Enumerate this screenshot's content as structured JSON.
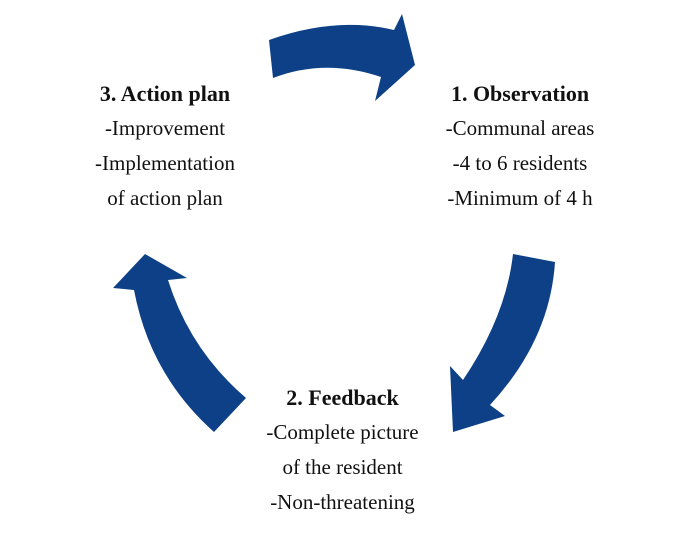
{
  "colors": {
    "arrow": "#0D4086",
    "text": "#111111",
    "background": "#ffffff"
  },
  "stages": {
    "observation": {
      "title": "1. Observation",
      "lines": [
        "-Communal areas",
        "-4 to 6 residents",
        "-Minimum of 4 h"
      ]
    },
    "feedback": {
      "title": "2. Feedback",
      "lines": [
        "-Complete picture",
        "of the resident",
        "-Non-threatening"
      ]
    },
    "action_plan": {
      "title": "3. Action plan",
      "lines": [
        "-Improvement",
        "-Implementation",
        "of action plan"
      ]
    }
  },
  "arrows": [
    "arrow-action-to-observation",
    "arrow-observation-to-feedback",
    "arrow-feedback-to-action"
  ]
}
